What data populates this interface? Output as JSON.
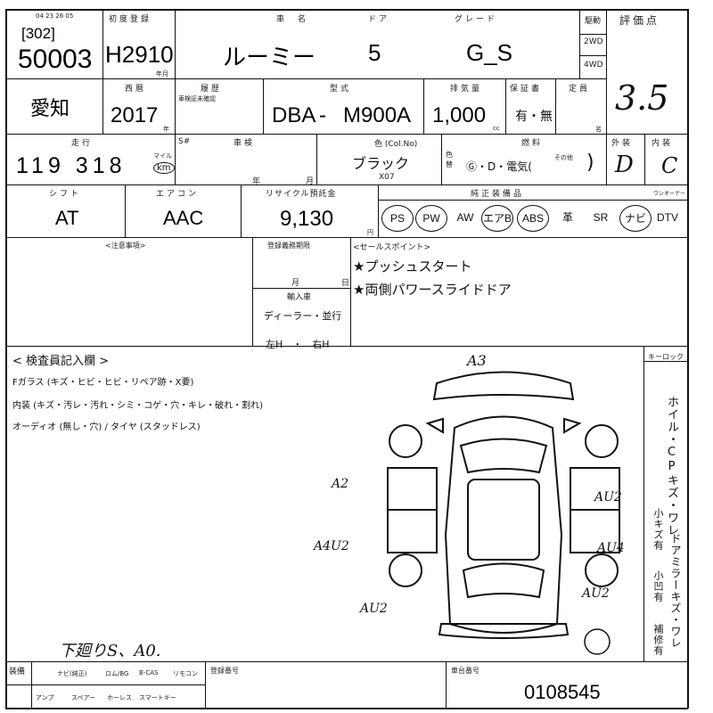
{
  "header": {
    "lot_label": "[302]",
    "lot_no": "50003",
    "tiny_date": "04 23 26 05",
    "first_reg_label": "初度登録",
    "first_reg": "H2910",
    "year_mark": "年",
    "month_mark": "月",
    "model_label": "車　名",
    "model": "ルーミー",
    "door_label": "ドア",
    "doors": "5",
    "grade_label": "グレード",
    "grade": "G_S",
    "drive_label": "駆動",
    "drive_2wd": "2WD",
    "drive_4wd": "4WD",
    "score_label": "評価点",
    "score": "3.5"
  },
  "row2": {
    "place": "愛知",
    "year_label": "西暦",
    "year": "2017",
    "year_unit": "年",
    "history_label": "履歴",
    "history_sub": "車検証未確認",
    "type_label": "型式",
    "type_prefix": "DBA",
    "type_dash": "-",
    "type": "M900A",
    "cc_label": "排気量",
    "cc": "1,000",
    "cc_unit": "cc",
    "warranty_label": "保証書",
    "warranty": "有・無",
    "capacity_label": "定員",
    "capacity_unit": "名"
  },
  "row3": {
    "mileage_label": "走行",
    "mileage": "119 318",
    "mile_unit": "km",
    "mile_small": "マイル",
    "s_label": "S#",
    "inspection_label": "車検",
    "year_mark": "年",
    "month_mark": "月",
    "color_label": "色 (Col.No)",
    "color": "ブラック",
    "color_code": "X07",
    "repaint_label": "色替",
    "fuel_label": "燃料",
    "fuel": "Ⓖ・D・電気(",
    "fuel_other": "その他",
    "exterior_label": "外装",
    "exterior": "D",
    "interior_label": "内装",
    "interior": "C"
  },
  "row4": {
    "shift_label": "シフト",
    "shift": "AT",
    "ac_label": "エアコン",
    "ac": "AAC",
    "recycle_label": "リサイクル預託金",
    "recycle": "9,130",
    "recycle_unit": "円",
    "equip_label": "純正装備品",
    "option_label": "ワンオーナー",
    "equipment": [
      "PS",
      "PW",
      "AW",
      "エアB",
      "ABS",
      "革",
      "SR",
      "ナビ",
      "DTV"
    ]
  },
  "notes": {
    "caution_label": "<注意事項>",
    "reg_label": "登録義務期限",
    "reg_month": "月",
    "reg_day": "日",
    "import_label": "輸入車",
    "dealer": "ディーラー・並行",
    "hand_side": "左H　・　右H",
    "selling_label": "<セールスポイント>",
    "points": [
      "★プッシュスタート",
      "★両側パワースライドドア"
    ]
  },
  "inspection": {
    "title": "< 検査員記入欄 >",
    "glass": "Fガラス (キズ・ヒビ・ヒビ・リペア跡・X要)",
    "interior": "内装 (キズ・汚レ・汚れ・シミ・コゲ・穴・キレ・破れ・割れ)",
    "audio": "オーディオ (無し・穴) / タイヤ (スタッドレス)",
    "key_label": "キーロック",
    "side_notes": "ホイル・CPキズ・ワレ",
    "side_notes2": "ドアミラーキズ・ワレ",
    "side_notes3": "小キズ有",
    "side_notes4": "小凹有",
    "side_notes5": "補修有",
    "hand_note": "下廻りS、A0.",
    "marks": {
      "top": "A3",
      "left_upper": "A2",
      "left_lower": "A4U2",
      "left_bottom": "AU2",
      "right_upper": "AU2",
      "right_mid": "AU4",
      "right_lower": "AU2"
    }
  },
  "footer": {
    "col1": "装備",
    "c_navi": "ナビ(純正)",
    "c_rom": "ロム/BG",
    "c_bcas": "B-CAS",
    "c_remo": "リモコン",
    "c_amp": "アンプ",
    "c_spare": "スペアー",
    "c_horn": "ホーレス",
    "c_smart": "スマートキー",
    "reg_no_label": "登録番号",
    "report_label": "車台番号",
    "report_no": "0108545"
  }
}
